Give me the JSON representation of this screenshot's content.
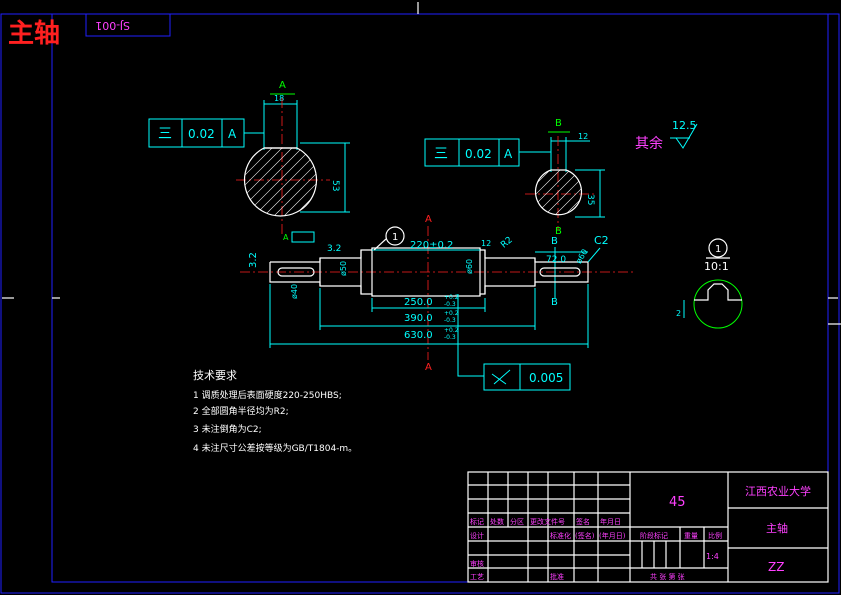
{
  "header": {
    "title": "主轴",
    "drawing_code": "SJ-001"
  },
  "section_a": {
    "marker": "A",
    "tolerance_symbol": "三",
    "tolerance_value": "0.02",
    "datum": "A",
    "width_dim": "18",
    "height_dim": "53"
  },
  "section_b": {
    "marker": "B",
    "tolerance_symbol": "三",
    "tolerance_value": "0.02",
    "datum": "A",
    "width_dim": "12",
    "height_dim": "35"
  },
  "roughness": {
    "label": "其余",
    "value": "12.5"
  },
  "shaft": {
    "balloon": "1",
    "dim_220": "220±0.2",
    "dim_250": "250.0",
    "dim_390": "390.0",
    "dim_630": "630.0",
    "dim_72": "72.0",
    "dim_r2": "R2",
    "dim_c2": "C2",
    "dim_12": "12",
    "dim_3_2_left": "3.2",
    "dim_3_2_top": "3.2",
    "dim_phi40": "ø40",
    "dim_phi50": "ø50",
    "dim_phi60": "ø60",
    "dim_phi60b": "ø60",
    "tol_upper": "+0.2",
    "tol_lower": "-0.3",
    "runout_value": "0.005",
    "small_datum": "A"
  },
  "detail": {
    "balloon": "1",
    "scale": "10:1",
    "dim": "2"
  },
  "tech_requirements": {
    "title": "技术要求",
    "items": [
      "1  调质处理后表面硬度220-250HBS;",
      "2  全部圆角半径均为R2;",
      "3  未注倒角为C2;",
      "4  未注尺寸公差按等级为GB/T1804-m。"
    ]
  },
  "title_block": {
    "material": "45",
    "school": "江西农业大学",
    "part_name": "主轴",
    "drawing_no": "ZZ",
    "scale": "1:4",
    "labels": {
      "mark": "标记",
      "count": "处数",
      "zone": "分区",
      "change_doc": "更改文件号",
      "sign": "签名",
      "date": "年月日",
      "design": "设计",
      "standardize": "标准化",
      "sign2": "(签名)",
      "date2": "(年月日)",
      "stage_mark": "阶段标记",
      "weight": "重量",
      "ratio": "比例",
      "review": "审核",
      "process": "工艺",
      "approve": "批准",
      "sheets": "共   张  第   张"
    }
  }
}
